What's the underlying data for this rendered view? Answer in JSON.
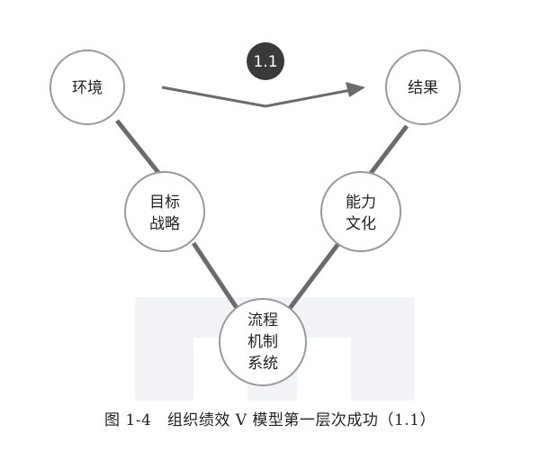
{
  "diagram": {
    "badge": "1.1",
    "nodes": {
      "environment": [
        "环境"
      ],
      "result": [
        "结果"
      ],
      "strategy": [
        "目标",
        "战略"
      ],
      "capability": [
        "能力",
        "文化"
      ],
      "process": [
        "流程",
        "机制",
        "系统"
      ]
    }
  },
  "caption": "图 1-4　组织绩效 V 模型第一层次成功（1.1）",
  "colors": {
    "line": "#6b6b6b",
    "node_border": "#9a9a9a",
    "badge_fill": "#3a3a3a",
    "watermark": "#f1f3f6"
  }
}
